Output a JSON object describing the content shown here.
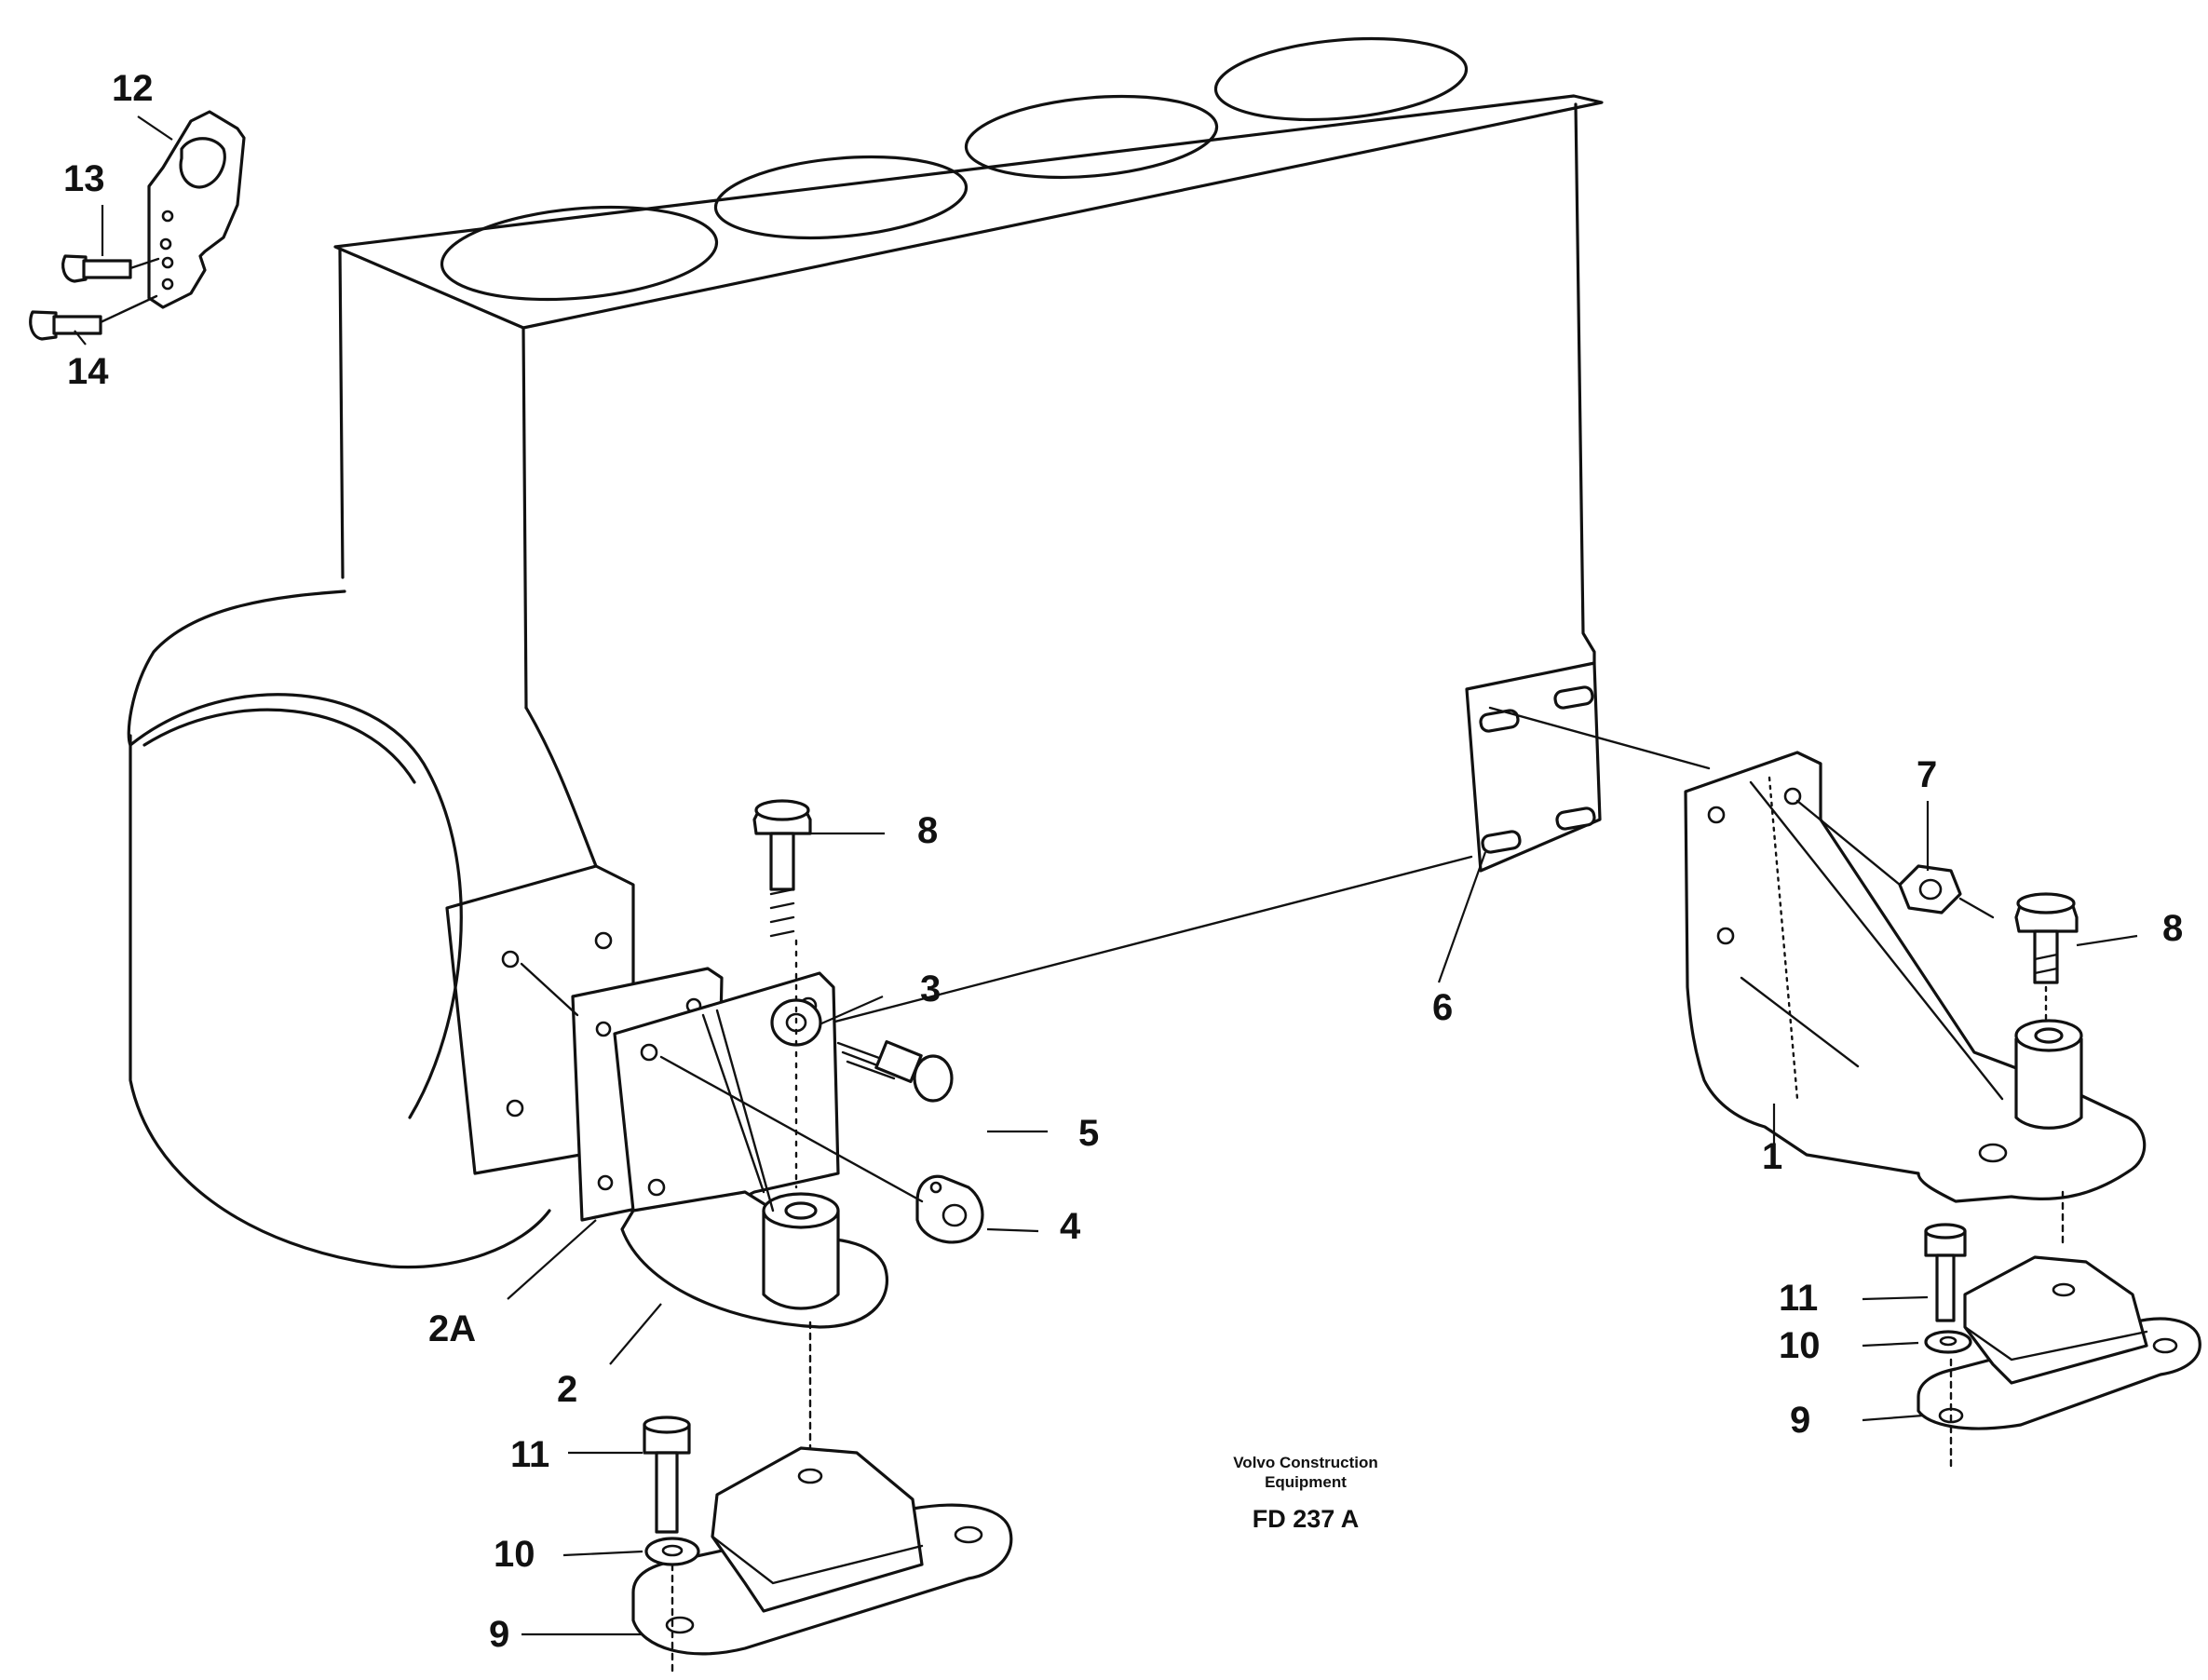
{
  "figure": {
    "credit_line1": "Volvo Construction",
    "credit_line2": "Equipment",
    "figure_code": "FD 237 A"
  },
  "callouts": [
    {
      "id": "1",
      "label": "1"
    },
    {
      "id": "2",
      "label": "2"
    },
    {
      "id": "2A",
      "label": "2A"
    },
    {
      "id": "3",
      "label": "3"
    },
    {
      "id": "4",
      "label": "4"
    },
    {
      "id": "5",
      "label": "5"
    },
    {
      "id": "6",
      "label": "6"
    },
    {
      "id": "7",
      "label": "7"
    },
    {
      "id": "8a",
      "label": "8"
    },
    {
      "id": "8b",
      "label": "8"
    },
    {
      "id": "9a",
      "label": "9"
    },
    {
      "id": "9b",
      "label": "9"
    },
    {
      "id": "10a",
      "label": "10"
    },
    {
      "id": "10b",
      "label": "10"
    },
    {
      "id": "11a",
      "label": "11"
    },
    {
      "id": "11b",
      "label": "11"
    },
    {
      "id": "12",
      "label": "12"
    },
    {
      "id": "13",
      "label": "13"
    },
    {
      "id": "14",
      "label": "14"
    }
  ]
}
